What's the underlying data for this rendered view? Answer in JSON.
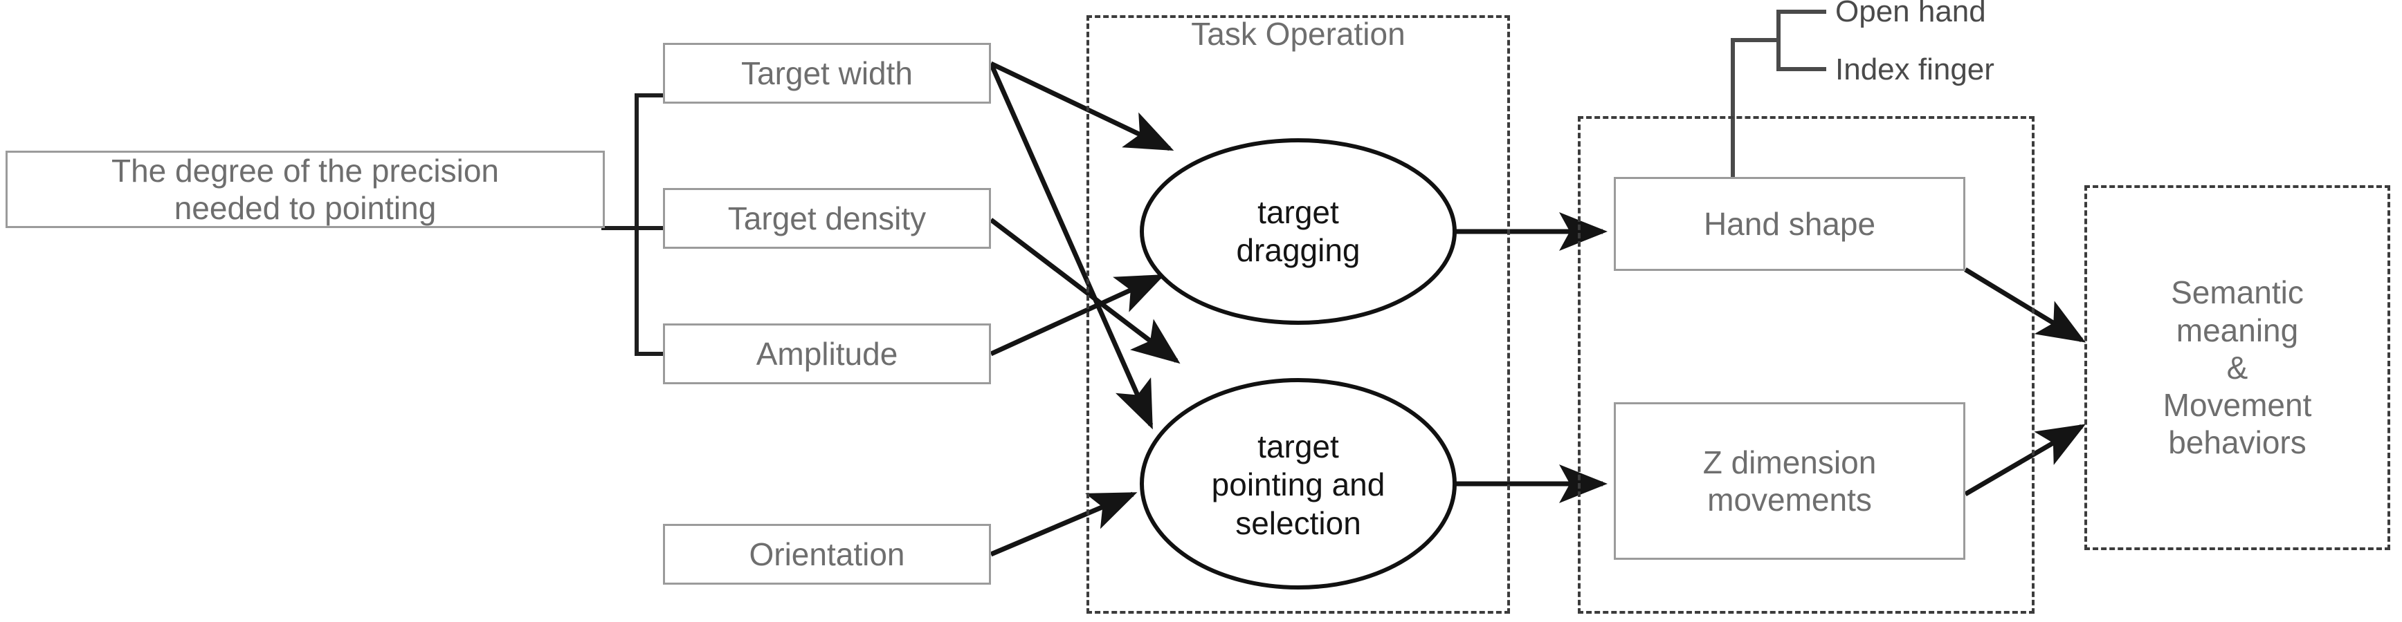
{
  "diagram": {
    "type": "flow-diagram",
    "background_color": "#ffffff",
    "colors": {
      "solid_box_border": "#9b9b9b",
      "solid_box_text": "#6e6e6e",
      "dashed_border": "#3c3c3c",
      "ellipse_stroke": "#111111",
      "ellipse_text": "#141414",
      "connector": "#222222",
      "bracket": "#4a4a4a",
      "leaf_label_text": "#3a3a3a"
    },
    "root": {
      "label": "The degree of the precision\nneeded to pointing",
      "line1": "The degree of the precision",
      "line2": "needed to pointing"
    },
    "factors": [
      {
        "id": "target-width",
        "label": "Target width"
      },
      {
        "id": "target-density",
        "label": "Target density"
      },
      {
        "id": "amplitude",
        "label": "Amplitude"
      }
    ],
    "independent_factors": [
      {
        "id": "orientation",
        "label": "Orientation"
      }
    ],
    "task_operation": {
      "title": "Task Operation",
      "tasks": [
        {
          "id": "target-dragging",
          "line1": "target",
          "line2": "dragging",
          "line3": ""
        },
        {
          "id": "target-pointing-and-selection",
          "line1": "target",
          "line2": "pointing and",
          "line3": "selection"
        }
      ]
    },
    "movement_group": {
      "items": [
        {
          "id": "hand-shape",
          "line1": "Hand shape",
          "line2": ""
        },
        {
          "id": "z-dimension-movements",
          "line1": "Z dimension",
          "line2": "movements"
        }
      ]
    },
    "hand_shape_leaves": [
      {
        "id": "open-hand",
        "label": "Open hand"
      },
      {
        "id": "index-finger",
        "label": "Index finger"
      }
    ],
    "outcome": {
      "id": "semantic-meaning-movement-behaviors",
      "line1": "Semantic",
      "line2": "meaning",
      "line3": "&",
      "line4": "Movement",
      "line5": "behaviors"
    }
  }
}
